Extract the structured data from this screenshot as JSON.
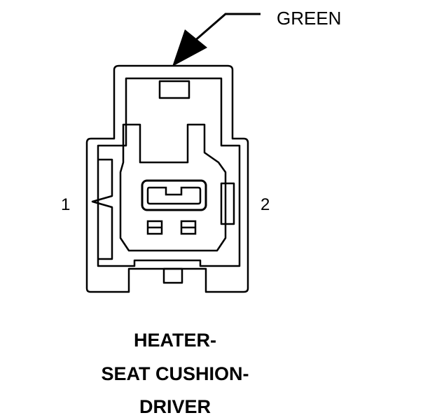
{
  "connector": {
    "color_label": "GREEN",
    "pins": [
      {
        "number": "1"
      },
      {
        "number": "2"
      }
    ],
    "title_lines": [
      "HEATER-",
      "SEAT CUSHION-",
      "DRIVER"
    ]
  },
  "colors": {
    "line": "#000000",
    "background": "#ffffff"
  }
}
